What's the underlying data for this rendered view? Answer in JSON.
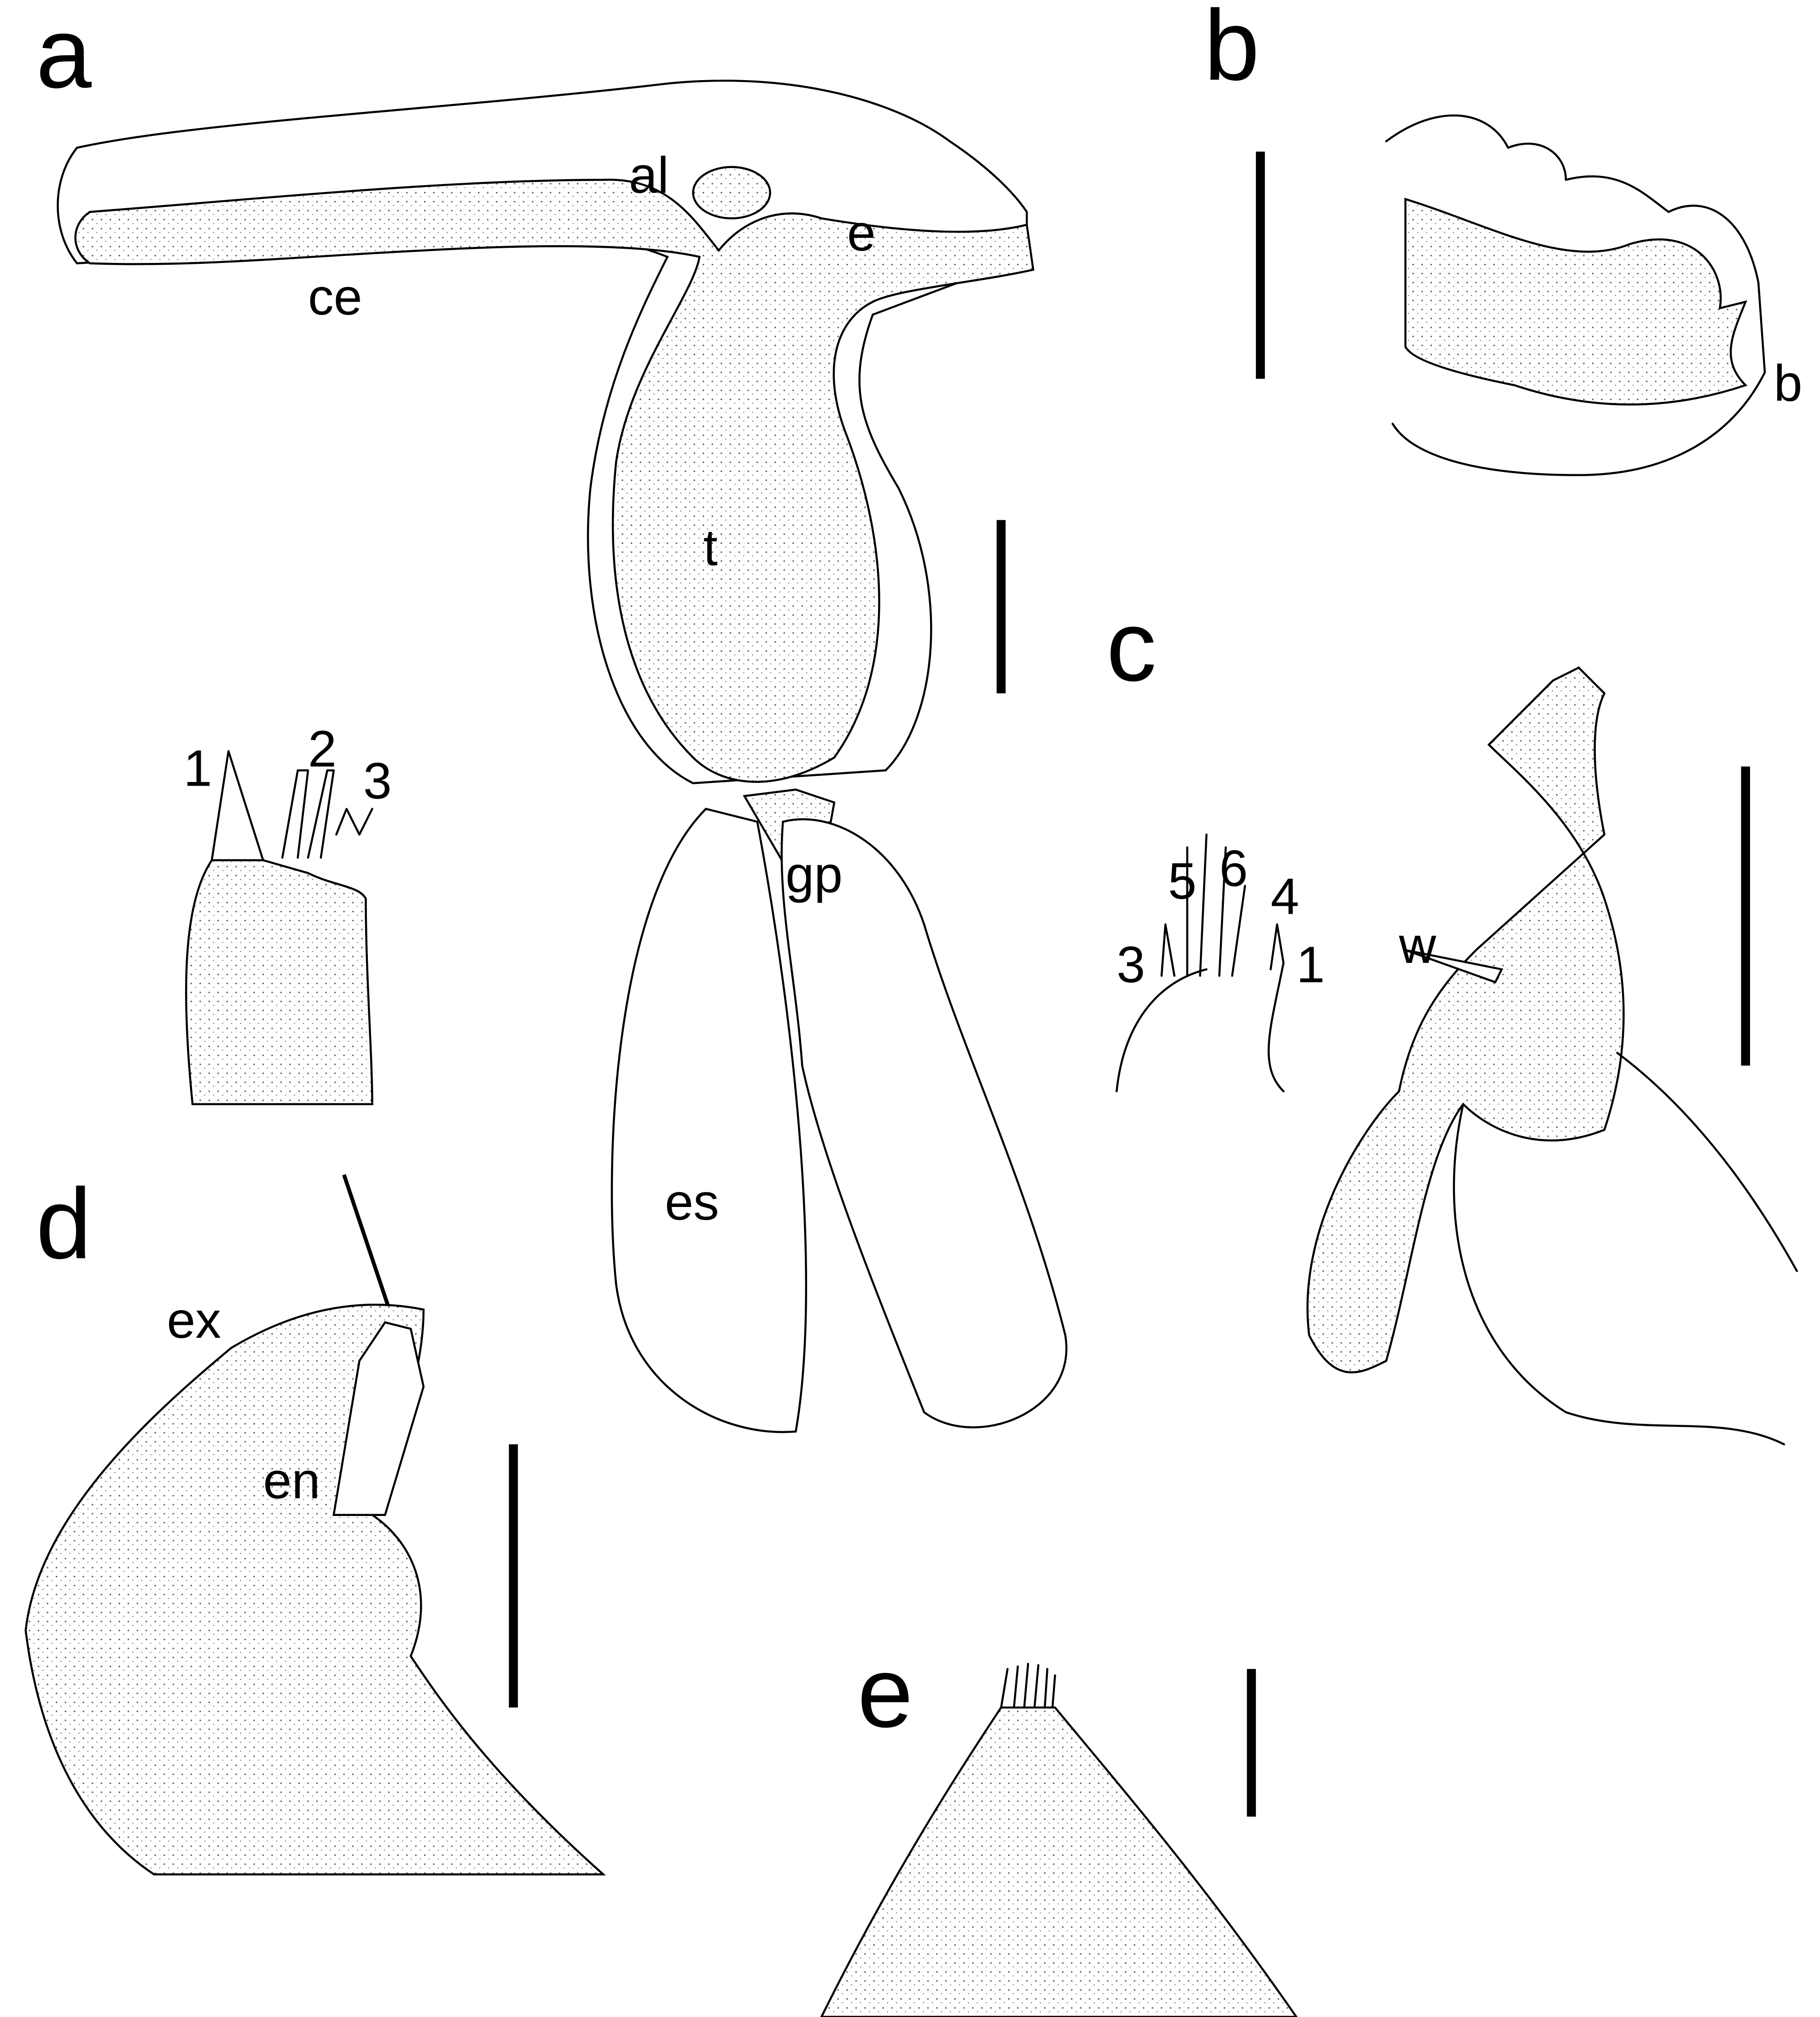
{
  "panels": {
    "a": {
      "letter": "a",
      "labels": {
        "al": "al",
        "e": "e",
        "ce": "ce",
        "t": "t",
        "gp": "gp",
        "es": "es"
      }
    },
    "b": {
      "letter": "b",
      "labels": {
        "b": "b"
      }
    },
    "c": {
      "letter": "c",
      "labels": {
        "s5": "5",
        "s6": "6",
        "s4": "4",
        "s3": "3",
        "s1": "1",
        "w": "w"
      }
    },
    "d": {
      "letter": "d",
      "labels": {
        "s1": "1",
        "s2": "2",
        "s3": "3",
        "ex": "ex",
        "en": "en"
      }
    },
    "e": {
      "letter": "e"
    }
  }
}
